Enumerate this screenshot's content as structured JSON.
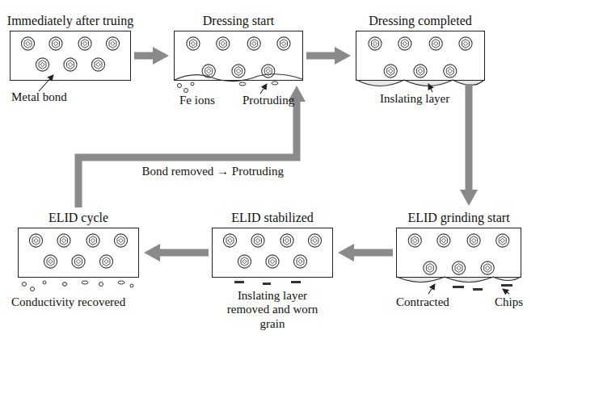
{
  "diagram": {
    "nodes": [
      {
        "text": [
          "Immediately after truing"
        ]
      },
      {
        "text": [
          "Dressing start"
        ]
      },
      {
        "text": [
          "Dressing completed"
        ]
      },
      {
        "text": [
          "ELID grinding start"
        ]
      },
      {
        "text": [
          "ELID stabilized"
        ]
      },
      {
        "text": [
          "ELID cycle"
        ]
      }
    ],
    "edges": [
      {
        "from": 0,
        "to": 1,
        "arrow": "to"
      },
      {
        "from": 1,
        "to": 2,
        "arrow": "to"
      },
      {
        "from": 2,
        "to": 3,
        "arrow": "to"
      },
      {
        "from": 3,
        "to": 4,
        "arrow": "to"
      },
      {
        "from": 4,
        "to": 5,
        "arrow": "to"
      },
      {
        "from": 5,
        "to": 1,
        "label": "Bond removed → Protruding",
        "arrow": "to"
      }
    ],
    "labels": [
      "Metal bond",
      "Fe ions",
      "Protruding",
      "Inslating layer",
      "Conductivity recovered",
      "Inslating layer removed and worn grain",
      "Contracted",
      "Chips"
    ]
  }
}
